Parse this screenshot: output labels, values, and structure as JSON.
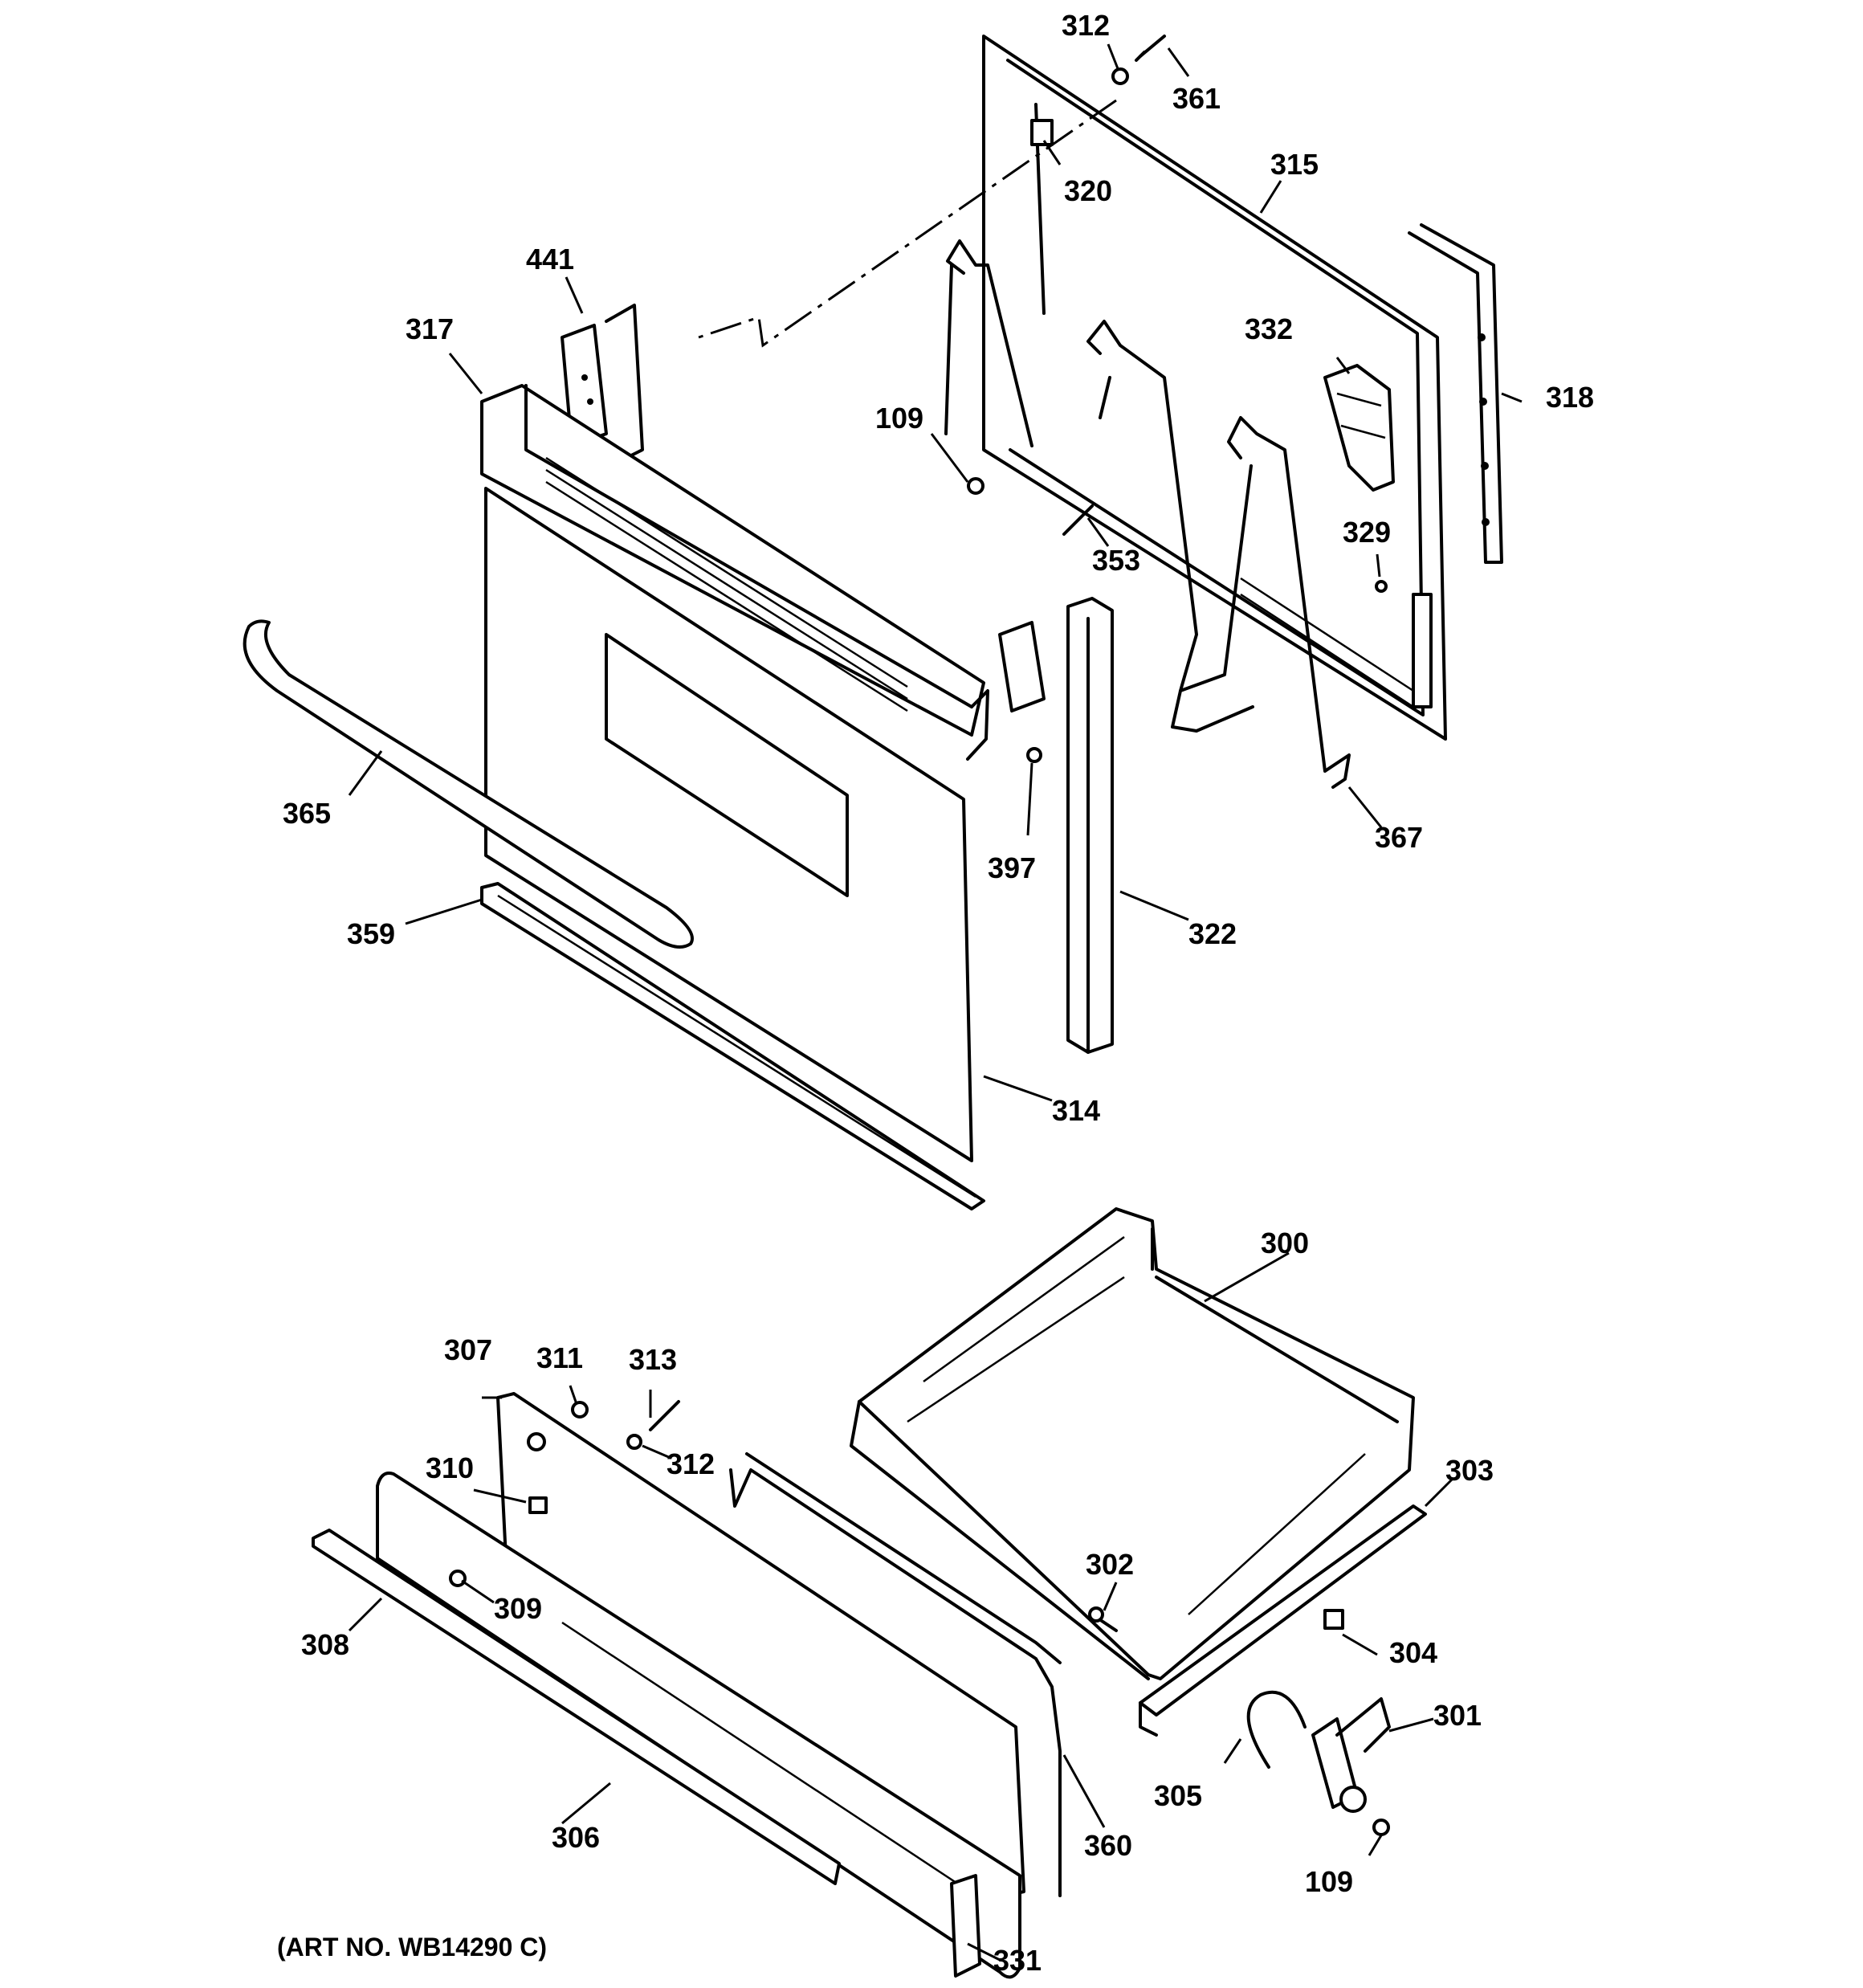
{
  "diagram": {
    "part_labels": {
      "p312a": "312",
      "p361": "361",
      "p320": "320",
      "p315": "315",
      "p441": "441",
      "p317": "317",
      "p332": "332",
      "p318": "318",
      "p109a": "109",
      "p353": "353",
      "p329": "329",
      "p365": "365",
      "p397": "397",
      "p367": "367",
      "p359": "359",
      "p322": "322",
      "p314": "314",
      "p300": "300",
      "p307": "307",
      "p311": "311",
      "p313": "313",
      "p312b": "312",
      "p310": "310",
      "p303": "303",
      "p302": "302",
      "p309": "309",
      "p308": "308",
      "p304": "304",
      "p301": "301",
      "p305": "305",
      "p306": "306",
      "p360": "360",
      "p109b": "109",
      "p331": "331"
    },
    "caption": "(ART NO. WB14290 C)"
  }
}
